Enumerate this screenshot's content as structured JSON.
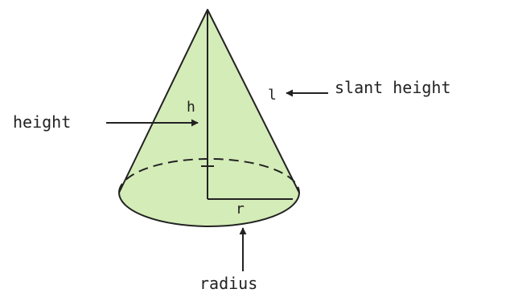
{
  "diagram": {
    "labels": {
      "height": "height",
      "h": "h",
      "slant_letter": "l",
      "slant_height": "slant height",
      "r": "r",
      "radius": "radius"
    },
    "colors": {
      "fill": "#d4ecb8",
      "stroke": "#222222",
      "text": "#222222"
    }
  }
}
